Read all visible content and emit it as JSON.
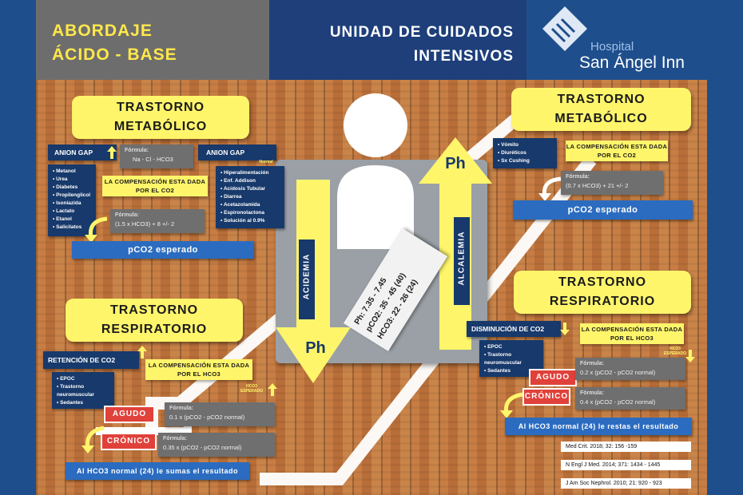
{
  "header": {
    "title_line1": "ABORDAJE",
    "title_line2": "ÁCIDO - BASE",
    "unit_line1": "UNIDAD DE CUIDADOS",
    "unit_line2": "INTENSIVOS",
    "logo_word1": "Hospital",
    "logo_word2": "San Ángel Inn"
  },
  "center": {
    "acidemia": "ACIDEMIA",
    "alcalemia": "ALCALEMIA",
    "ph_down": "Ph",
    "ph_up": "Ph",
    "values": [
      "Ph: 7.35 - 7.45",
      "pCO2: 35 - 45 (40)",
      "HCO3: 22 - 26 (24)"
    ]
  },
  "left_metabolic": {
    "title_line1": "TRASTORNO",
    "title_line2": "METABÓLICO",
    "anion_gap_up": "ANION GAP",
    "formula_label": "Fórmula:",
    "formula": "Na - Cl - HCO3",
    "anion_gap_normal": "ANION GAP",
    "normal_tag": "Normal",
    "high_gap_list": [
      "Metanol",
      "Urea",
      "Diabetes",
      "Propilenglicol",
      "Isoniazida",
      "Lactato",
      "Etanol",
      "Salicilatos"
    ],
    "normal_gap_list": [
      "Hiperalimentación",
      "Enf. Addison",
      "Acidosis Tubular",
      "Diarrea",
      "Acetazolamida",
      "Espironolactona",
      "Solución al 0.9%"
    ],
    "compensation": "LA COMPENSACIÓN ESTA DADA POR EL CO2",
    "comp_formula_label": "Fórmula:",
    "comp_formula": "(1.5 x HCO3) + 8 +/- 2",
    "expected": "pCO2 esperado"
  },
  "right_metabolic": {
    "title_line1": "TRASTORNO",
    "title_line2": "METABÓLICO",
    "causes": [
      "Vómito",
      "Diuréticos",
      "Sx Cushing"
    ],
    "compensation": "LA COMPENSACIÓN ESTA DADA POR EL CO2",
    "formula_label": "Fórmula:",
    "formula": "(0.7 x HCO3) + 21 +/- 2",
    "expected": "pCO2 esperado"
  },
  "left_respiratory": {
    "title_line1": "TRASTORNO",
    "title_line2": "RESPIRATORIO",
    "retention": "RETENCIÓN DE CO2",
    "causes": [
      "EPOC",
      "Trastorno neuromuscular",
      "Sedantes"
    ],
    "compensation": "LA COMPENSACIÓN ESTA DADA POR EL HCO3",
    "expected_tag_line1": "HCO3",
    "expected_tag_line2": "ESPERADO",
    "acute": "AGUDO",
    "chronic": "CRÓNICO",
    "formula_label": "Fórmula:",
    "formula_acute": "0.1 x (pCO2 - pCO2 normal)",
    "formula_chronic": "0.35 x (pCO2 - pCO2 normal)",
    "result": "Al HCO3 normal (24) le sumas el resultado"
  },
  "right_respiratory": {
    "title_line1": "TRASTORNO",
    "title_line2": "RESPIRATORIO",
    "decrease": "DISMINUCIÓN DE CO2",
    "causes": [
      "EPOC",
      "Trastorno neuromuscular",
      "Sedantes"
    ],
    "compensation": "LA COMPENSACIÓN ESTA DADA POR EL HCO3",
    "expected_tag_line1": "HCO3",
    "expected_tag_line2": "ESPERADO",
    "acute": "AGUDO",
    "chronic": "CRÓNICO",
    "formula_label": "Fórmula:",
    "formula_acute": "0.2 x (pCO2 - pCO2 normal)",
    "formula_chronic": "0.4 x (pCO2 - pCO2 normal)",
    "result": "Al HCO3 normal (24) le restas el resultado"
  },
  "references": [
    "Med Crit. 2018; 32: 156 -159",
    "N Engl J Med. 2014; 371: 1434 - 1445",
    "J Am Soc Nephrol. 2010; 21: 920 - 923"
  ],
  "colors": {
    "yellow": "#fff56b",
    "navy": "#17396b",
    "blue": "#2b6cc0",
    "wood": "#c77d44",
    "red": "#e0413a"
  }
}
